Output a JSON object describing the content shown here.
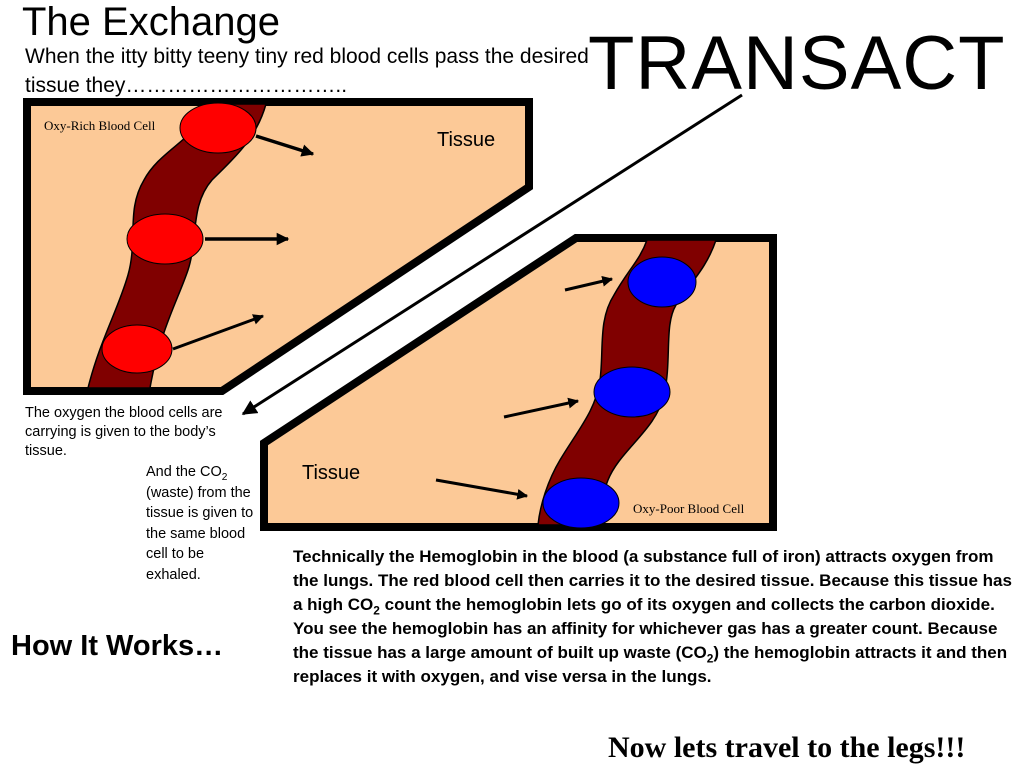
{
  "title": "The Exchange",
  "subtitle": "When the itty bitty teeny tiny red blood cells pass the desired tissue they…………………………..",
  "big_word": "TRANSACT",
  "panel_top": {
    "cell_label": "Oxy-Rich Blood Cell",
    "tissue_label": "Tissue",
    "cell_color": "#ff0000"
  },
  "panel_bottom": {
    "cell_label": "Oxy-Poor  Blood Cell",
    "tissue_label": "Tissue",
    "cell_color": "#0000ff"
  },
  "colors": {
    "tissue": "#fcc997",
    "vessel": "#800000",
    "border": "#000000"
  },
  "caption_oxygen": "The oxygen the blood cells are carrying is given to the body’s tissue.",
  "caption_co2": {
    "before": "And the CO",
    "sub": "2",
    "after": " (waste) from the tissue is given to the same blood cell to be exhaled."
  },
  "how_it_works": "How It Works…",
  "explanation": {
    "part1": "Technically the Hemoglobin in the blood (a substance full of iron) attracts oxygen from the lungs. The red blood cell then carries it to the desired tissue. Because this tissue has a high CO",
    "sub1": "2",
    "part2": " count the hemoglobin lets go of its oxygen and collects the carbon dioxide. You see the hemoglobin has an affinity for whichever gas has a greater count. Because the tissue has a large amount of built up waste (CO",
    "sub2": "2",
    "part3": ") the hemoglobin attracts it and then replaces it with oxygen, and vise versa in the lungs."
  },
  "footer": "Now lets travel to the legs!!!"
}
